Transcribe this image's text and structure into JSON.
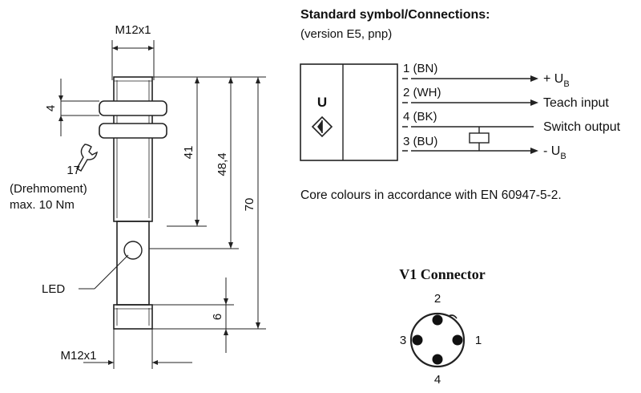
{
  "drawing": {
    "thread_top": "M12x1",
    "thread_bottom": "M12x1",
    "nut_width": "4",
    "dim_41": "41",
    "dim_48_4": "48,4",
    "dim_70": "70",
    "dim_6": "6",
    "wrench_size": "17",
    "torque_label": "(Drehmoment)",
    "torque_value": "max. 10 Nm",
    "led_label": "LED"
  },
  "symbol": {
    "title": "Standard symbol/Connections:",
    "subtitle": "(version E5, pnp)",
    "box_letter": "U",
    "wires": [
      {
        "label": "1 (BN)"
      },
      {
        "label": "2 (WH)"
      },
      {
        "label": "4 (BK)"
      },
      {
        "label": "3 (BU)"
      }
    ],
    "outputs": {
      "plus_main": "+ U",
      "plus_sub": "B",
      "teach": "Teach input",
      "switch": "Switch output",
      "minus_main": "- U",
      "minus_sub": "B"
    },
    "note": "Core colours in accordance with EN 60947-5-2."
  },
  "connector": {
    "title": "V1 Connector",
    "pins": [
      "2",
      "3",
      "1",
      "4"
    ]
  }
}
